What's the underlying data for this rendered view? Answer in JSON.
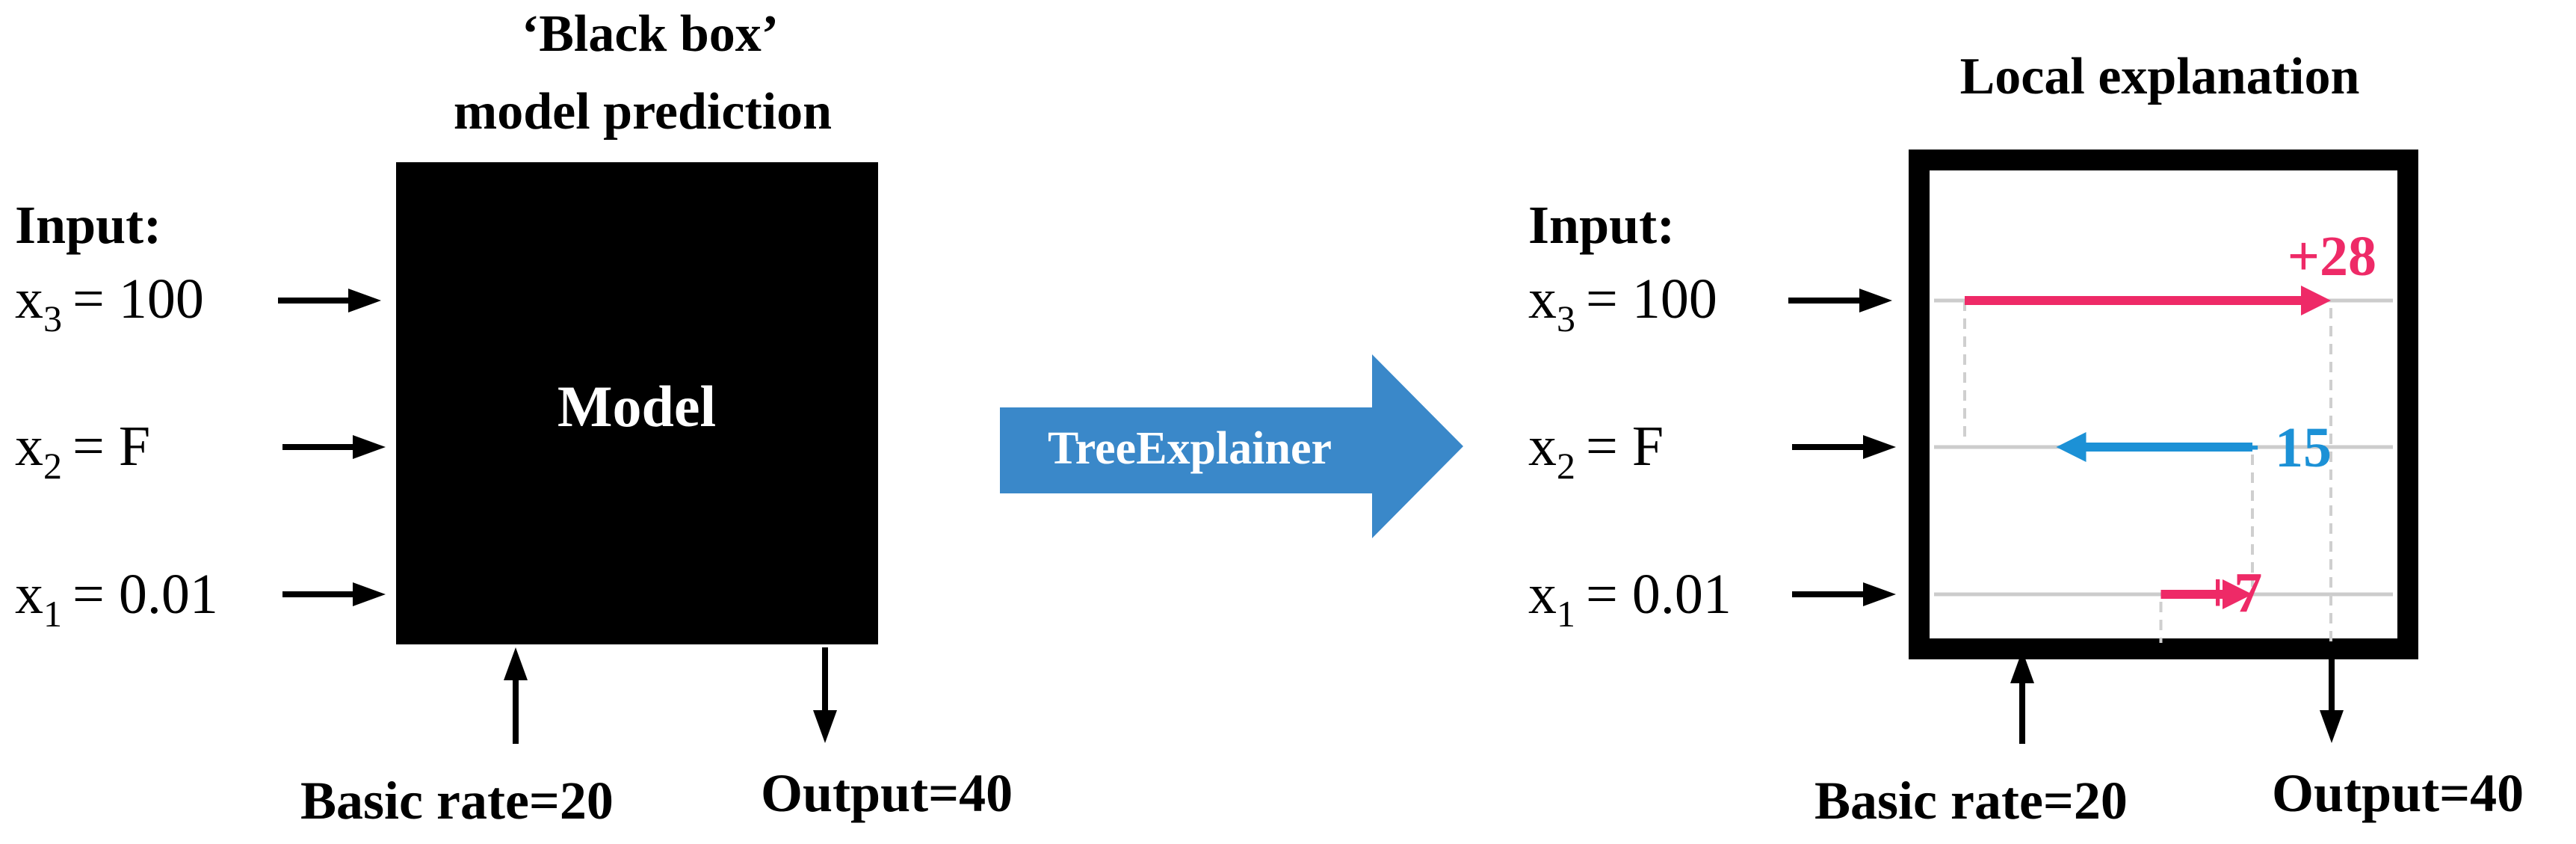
{
  "colors": {
    "positive": "#ee2a67",
    "negative": "#1c91d6",
    "explainer_arrow": "#3a88c9",
    "black": "#000000",
    "guide": "#cccccc"
  },
  "left": {
    "title_line1": "‘Black box’",
    "title_line2": "model prediction",
    "input_label": "Input:",
    "features": [
      {
        "name": "x",
        "sub": "3",
        "value": "= 100"
      },
      {
        "name": "x",
        "sub": "2",
        "value": "= F"
      },
      {
        "name": "x",
        "sub": "1",
        "value": "= 0.01"
      }
    ],
    "model_label": "Model",
    "basic_rate": "Basic rate=20",
    "output": "Output=40"
  },
  "explainer": {
    "label": "TreeExplainer"
  },
  "right": {
    "title": "Local explanation",
    "input_label": "Input:",
    "features": [
      {
        "name": "x",
        "sub": "3",
        "value": "= 100"
      },
      {
        "name": "x",
        "sub": "2",
        "value": "= F"
      },
      {
        "name": "x",
        "sub": "1",
        "value": "= 0.01"
      }
    ],
    "basic_rate": "Basic rate=20",
    "output": "Output=40",
    "contributions": [
      {
        "feature": "x3",
        "label": "+28",
        "from": 20,
        "to": 48,
        "sign": "positive"
      },
      {
        "feature": "x2",
        "label": "− 15",
        "from": 42,
        "to": 27,
        "sign": "negative"
      },
      {
        "feature": "x1",
        "label": "+7",
        "from": 35,
        "to": 42,
        "sign": "positive"
      }
    ]
  }
}
